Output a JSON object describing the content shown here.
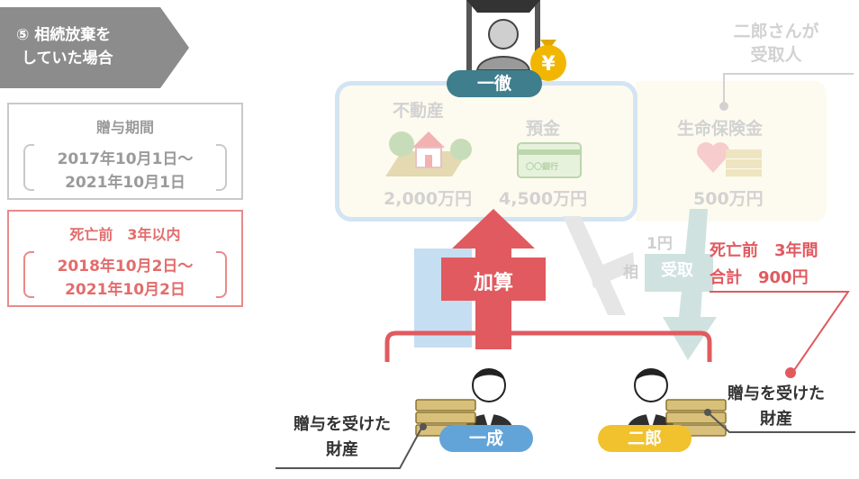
{
  "banner": {
    "line1": "⑤ 相続放棄を",
    "line2": "していた場合"
  },
  "gift_period": {
    "title": "贈与期間",
    "from": "2017年10月1日〜",
    "to": "2021年10月1日"
  },
  "before_death": {
    "title": "死亡前　3年以内",
    "from": "2018年10月2日〜",
    "to": "2021年10月2日"
  },
  "deceased": {
    "name": "一徹"
  },
  "estate": {
    "real_estate_label": "不動産",
    "real_estate_value": "2,000万円",
    "deposit_label": "預金",
    "deposit_value": "4,500万円",
    "bank_card_text": "〇〇銀行"
  },
  "insurance": {
    "caption_line1": "二郎さんが",
    "caption_line2": "受取人",
    "label": "生命保険金",
    "value": "500万円"
  },
  "arrows": {
    "add_label": "加算",
    "receive_label": "受取",
    "faded_1": "1円",
    "faded_2": "相"
  },
  "summary": {
    "line1": "死亡前　3年間",
    "line2": "合計　900円"
  },
  "heirs": [
    {
      "name": "一成",
      "gift_line1": "贈与を受けた",
      "gift_line2": "財産"
    },
    {
      "name": "二郎",
      "gift_line1": "贈与を受けた",
      "gift_line2": "財産"
    }
  ],
  "colors": {
    "red": "#e05a5f",
    "blue": "#62a4d8",
    "teal": "#3f7e8c",
    "gold": "#f2c12e",
    "gray": "#8c8c8c"
  }
}
